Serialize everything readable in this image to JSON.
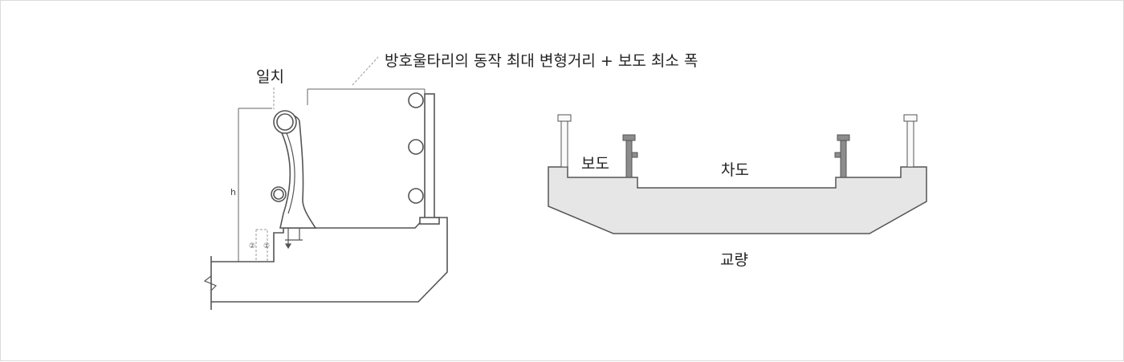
{
  "left_diagram": {
    "dimension_label": "방호울타리의 동작 최대 변형거리 + 보도 최소 폭",
    "alignment_label": "일치",
    "height_label": "h",
    "marker_1": "①",
    "marker_2": "②"
  },
  "right_diagram": {
    "sidewalk_label": "보도",
    "roadway_label": "차도",
    "bridge_label": "교량"
  },
  "colors": {
    "line": "#555555",
    "deck_fill": "#e6e6e6",
    "post_fill": "#8c8c8c",
    "dashed": "#999999"
  }
}
